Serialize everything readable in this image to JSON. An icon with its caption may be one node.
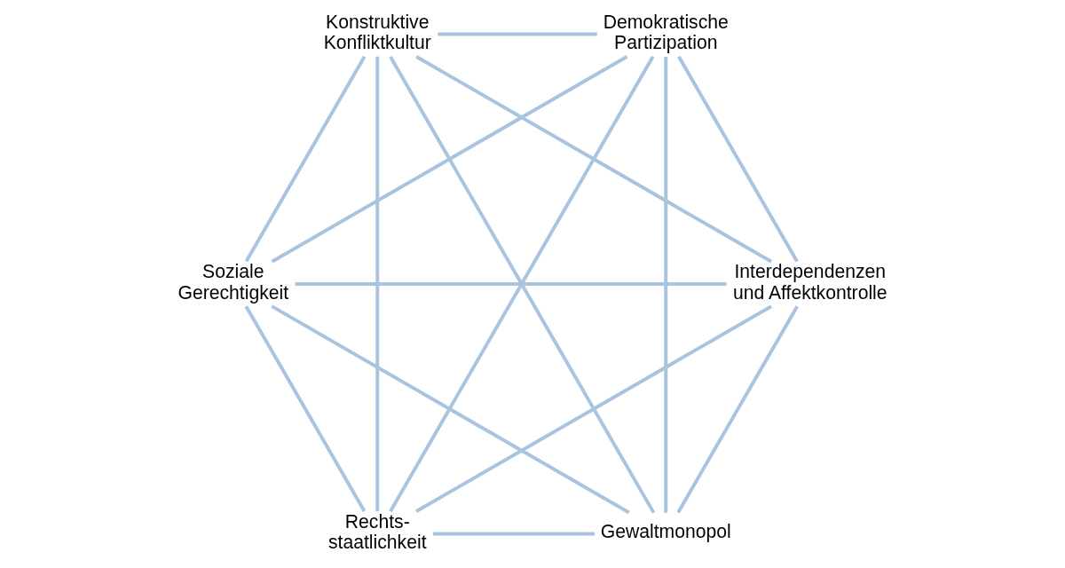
{
  "diagram": {
    "nodes": [
      {
        "text": [
          "Gewaltmonopol"
        ]
      },
      {
        "text": [
          "Rechts- staatlichkeit"
        ]
      },
      {
        "text": [
          "Interdependenzen und Affektkontrolle"
        ]
      },
      {
        "text": [
          "Demokratische Partizipation"
        ]
      },
      {
        "text": [
          "Soziale Gerechtigkeit"
        ]
      },
      {
        "text": [
          "Konstruktive Konfliktkultur"
        ]
      }
    ],
    "edges": [
      {
        "from": 0,
        "to": 1,
        "arrow": "none"
      },
      {
        "from": 0,
        "to": 2,
        "arrow": "none"
      },
      {
        "from": 0,
        "to": 3,
        "arrow": "none"
      },
      {
        "from": 0,
        "to": 4,
        "arrow": "none"
      },
      {
        "from": 0,
        "to": 5,
        "arrow": "none"
      },
      {
        "from": 1,
        "to": 2,
        "arrow": "none"
      },
      {
        "from": 1,
        "to": 3,
        "arrow": "none"
      },
      {
        "from": 1,
        "to": 4,
        "arrow": "none"
      },
      {
        "from": 1,
        "to": 5,
        "arrow": "none"
      },
      {
        "from": 2,
        "to": 3,
        "arrow": "none"
      },
      {
        "from": 2,
        "to": 4,
        "arrow": "none"
      },
      {
        "from": 2,
        "to": 5,
        "arrow": "none"
      },
      {
        "from": 3,
        "to": 4,
        "arrow": "none"
      },
      {
        "from": 3,
        "to": 5,
        "arrow": "none"
      },
      {
        "from": 4,
        "to": 5,
        "arrow": "none"
      }
    ]
  }
}
